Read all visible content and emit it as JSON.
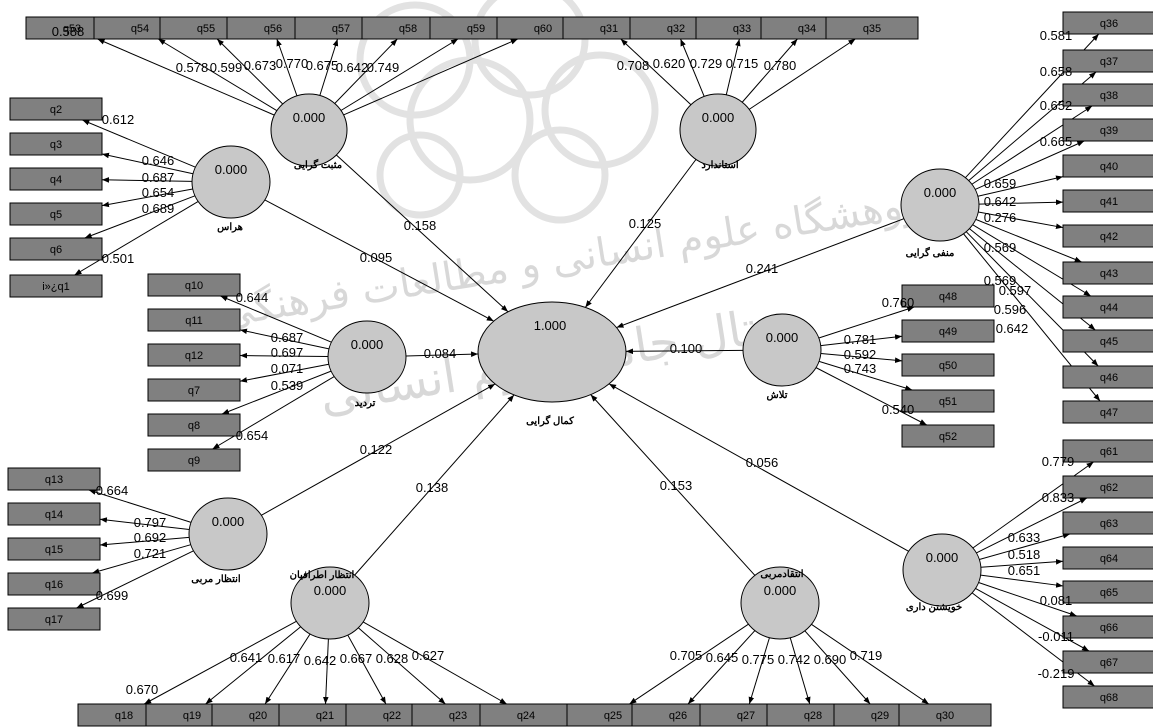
{
  "watermark": {
    "line1": "پژوهشگاه علوم انسانی و مطالعات فرهنگی",
    "line2": "پرتال جامع علوم انسانی"
  },
  "colors": {
    "indicator_fill": "#808080",
    "latent_fill": "#c8c8c8",
    "line": "#000000",
    "background": "#ffffff"
  },
  "central": {
    "id": "kamalgarai",
    "label": "کمال گرایی",
    "value": "1.000"
  },
  "constructs": [
    {
      "id": "mosbat",
      "label": "مثبت گرایی",
      "value": "0.000",
      "path": "0.158",
      "indicators": [
        {
          "name": "q53",
          "loading": "0.588"
        },
        {
          "name": "q54",
          "loading": "0.578"
        },
        {
          "name": "q55",
          "loading": "0.599"
        },
        {
          "name": "q56",
          "loading": "0.673"
        },
        {
          "name": "q57",
          "loading": "0.770"
        },
        {
          "name": "q58",
          "loading": "0.675"
        },
        {
          "name": "q59",
          "loading": "0.642"
        },
        {
          "name": "q60",
          "loading": "0.749"
        }
      ]
    },
    {
      "id": "standard",
      "label": "استاندارد",
      "value": "0.000",
      "path": "0.125",
      "indicators": [
        {
          "name": "q31",
          "loading": "0.708"
        },
        {
          "name": "q32",
          "loading": "0.620"
        },
        {
          "name": "q33",
          "loading": "0.729"
        },
        {
          "name": "q34",
          "loading": "0.715"
        },
        {
          "name": "q35",
          "loading": "0.780"
        }
      ]
    },
    {
      "id": "haras",
      "label": "هراس",
      "value": "0.000",
      "path": "0.095",
      "indicators": [
        {
          "name": "q2",
          "loading": "0.612"
        },
        {
          "name": "q3",
          "loading": "0.646"
        },
        {
          "name": "q4",
          "loading": "0.687"
        },
        {
          "name": "q5",
          "loading": "0.654"
        },
        {
          "name": "q6",
          "loading": "0.689"
        },
        {
          "name": "i»¿q1",
          "loading": "0.501"
        }
      ]
    },
    {
      "id": "manfi",
      "label": "منفی گرایی",
      "value": "0.000",
      "path": "0.241",
      "indicators": [
        {
          "name": "q36",
          "loading": "0.581"
        },
        {
          "name": "q37",
          "loading": "0.658"
        },
        {
          "name": "q38",
          "loading": "0.652"
        },
        {
          "name": "q39",
          "loading": "0.665"
        },
        {
          "name": "q40",
          "loading": "0.659"
        },
        {
          "name": "q41",
          "loading": "0.642"
        },
        {
          "name": "q42",
          "loading": "0.276"
        },
        {
          "name": "q43",
          "loading": "0.569"
        },
        {
          "name": "q44",
          "loading": "0.569"
        },
        {
          "name": "q45",
          "loading": "0.597"
        },
        {
          "name": "q46",
          "loading": "0.596"
        },
        {
          "name": "q47",
          "loading": "0.642"
        }
      ]
    },
    {
      "id": "tardid",
      "label": "تردید",
      "value": "0.000",
      "path": "0.084",
      "indicators": [
        {
          "name": "q10",
          "loading": "0.644"
        },
        {
          "name": "q11",
          "loading": "0.687"
        },
        {
          "name": "q12",
          "loading": "0.697"
        },
        {
          "name": "q7",
          "loading": "0.071"
        },
        {
          "name": "q8",
          "loading": "0.539"
        },
        {
          "name": "q9",
          "loading": "0.654"
        }
      ]
    },
    {
      "id": "talash",
      "label": "تلاش",
      "value": "0.000",
      "path": "0.100",
      "indicators": [
        {
          "name": "q48",
          "loading": "0.760"
        },
        {
          "name": "q49",
          "loading": "0.781"
        },
        {
          "name": "q50",
          "loading": "0.592"
        },
        {
          "name": "q51",
          "loading": "0.743"
        },
        {
          "name": "q52",
          "loading": "0.540"
        }
      ]
    },
    {
      "id": "entezarmorabi",
      "label": "انتظار مربی",
      "value": "0.000",
      "path": "0.122",
      "indicators": [
        {
          "name": "q13",
          "loading": "0.664"
        },
        {
          "name": "q14",
          "loading": "0.797"
        },
        {
          "name": "q15",
          "loading": "0.692"
        },
        {
          "name": "q16",
          "loading": "0.721"
        },
        {
          "name": "q17",
          "loading": "0.699"
        }
      ]
    },
    {
      "id": "entezaratrafian",
      "label": "انتظار اطرافیان",
      "value": "0.000",
      "path": "0.138",
      "indicators": [
        {
          "name": "q18",
          "loading": "0.670"
        },
        {
          "name": "q19",
          "loading": "0.641"
        },
        {
          "name": "q20",
          "loading": "0.617"
        },
        {
          "name": "q21",
          "loading": "0.642"
        },
        {
          "name": "q22",
          "loading": "0.667"
        },
        {
          "name": "q23",
          "loading": "0.628"
        },
        {
          "name": "q24",
          "loading": "0.627"
        }
      ]
    },
    {
      "id": "entegadi",
      "label": "انتقادمربی",
      "value": "0.000",
      "path": "0.153",
      "indicators": [
        {
          "name": "q25",
          "loading": "0.705"
        },
        {
          "name": "q26",
          "loading": "0.645"
        },
        {
          "name": "q27",
          "loading": "0.775"
        },
        {
          "name": "q28",
          "loading": "0.742"
        },
        {
          "name": "q29",
          "loading": "0.690"
        },
        {
          "name": "q30",
          "loading": "0.719"
        }
      ]
    },
    {
      "id": "khishtandari",
      "label": "خویشتن داری",
      "value": "0.000",
      "path": "0.056",
      "indicators": [
        {
          "name": "q61",
          "loading": "0.779"
        },
        {
          "name": "q62",
          "loading": "0.833"
        },
        {
          "name": "q63",
          "loading": "0.633"
        },
        {
          "name": "q64",
          "loading": "0.518"
        },
        {
          "name": "q65",
          "loading": "0.651"
        },
        {
          "name": "q66",
          "loading": "0.081"
        },
        {
          "name": "q67",
          "loading": "-0.011"
        },
        {
          "name": "q68",
          "loading": "-0.219"
        }
      ]
    }
  ]
}
